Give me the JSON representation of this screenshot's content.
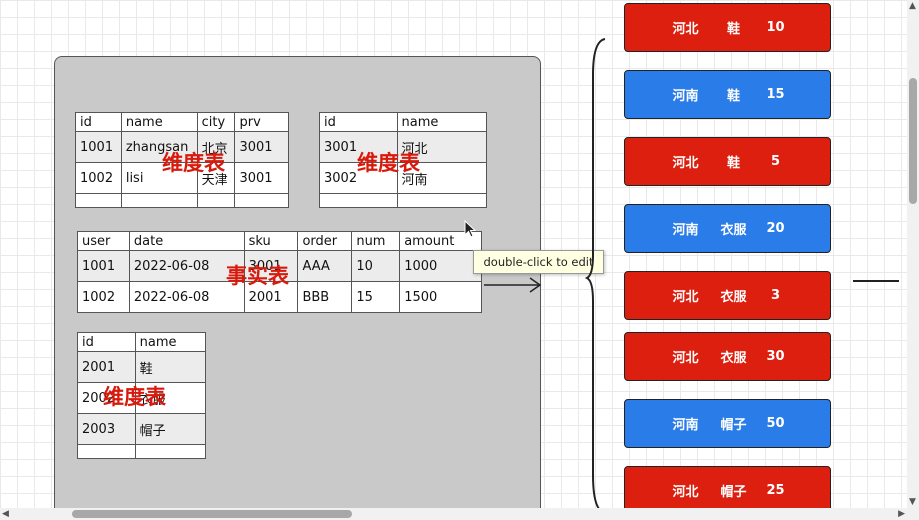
{
  "tables": {
    "user": {
      "headers": [
        "id",
        "name",
        "city",
        "prv"
      ],
      "rows": [
        [
          "1001",
          "zhangsan",
          "北京",
          "3001"
        ],
        [
          "1002",
          "lisi",
          "天津",
          "3001"
        ]
      ]
    },
    "province": {
      "headers": [
        "id",
        "name"
      ],
      "rows": [
        [
          "3001",
          "河北"
        ],
        [
          "3002",
          "河南"
        ]
      ]
    },
    "fact": {
      "headers": [
        "user",
        "date",
        "sku",
        "order",
        "num",
        "amount"
      ],
      "rows": [
        [
          "1001",
          "2022-06-08",
          "3001",
          "AAA",
          "10",
          "1000"
        ],
        [
          "1002",
          "2022-06-08",
          "2001",
          "BBB",
          "15",
          "1500"
        ]
      ]
    },
    "sku": {
      "headers": [
        "id",
        "name"
      ],
      "rows": [
        [
          "2001",
          "鞋"
        ],
        [
          "2002",
          "衣服"
        ],
        [
          "2003",
          "帽子"
        ]
      ]
    }
  },
  "overlay_labels": {
    "dim1": "维度表",
    "dim2": "维度表",
    "fact": "事实表",
    "dim3": "维度表"
  },
  "tooltip": "double-click to edit",
  "cards": [
    {
      "prov": "河北",
      "prod": "鞋",
      "num": "10",
      "color": "#dc1f0e"
    },
    {
      "prov": "河南",
      "prod": "鞋",
      "num": "15",
      "color": "#2a7ce8"
    },
    {
      "prov": "河北",
      "prod": "鞋",
      "num": "5",
      "color": "#dc1f0e"
    },
    {
      "prov": "河南",
      "prod": "衣服",
      "num": "20",
      "color": "#2a7ce8"
    },
    {
      "prov": "河北",
      "prod": "衣服",
      "num": "3",
      "color": "#dc1f0e"
    },
    {
      "prov": "河北",
      "prod": "衣服",
      "num": "30",
      "color": "#dc1f0e"
    },
    {
      "prov": "河南",
      "prod": "帽子",
      "num": "50",
      "color": "#2a7ce8"
    },
    {
      "prov": "河北",
      "prod": "帽子",
      "num": "25",
      "color": "#dc1f0e"
    }
  ]
}
